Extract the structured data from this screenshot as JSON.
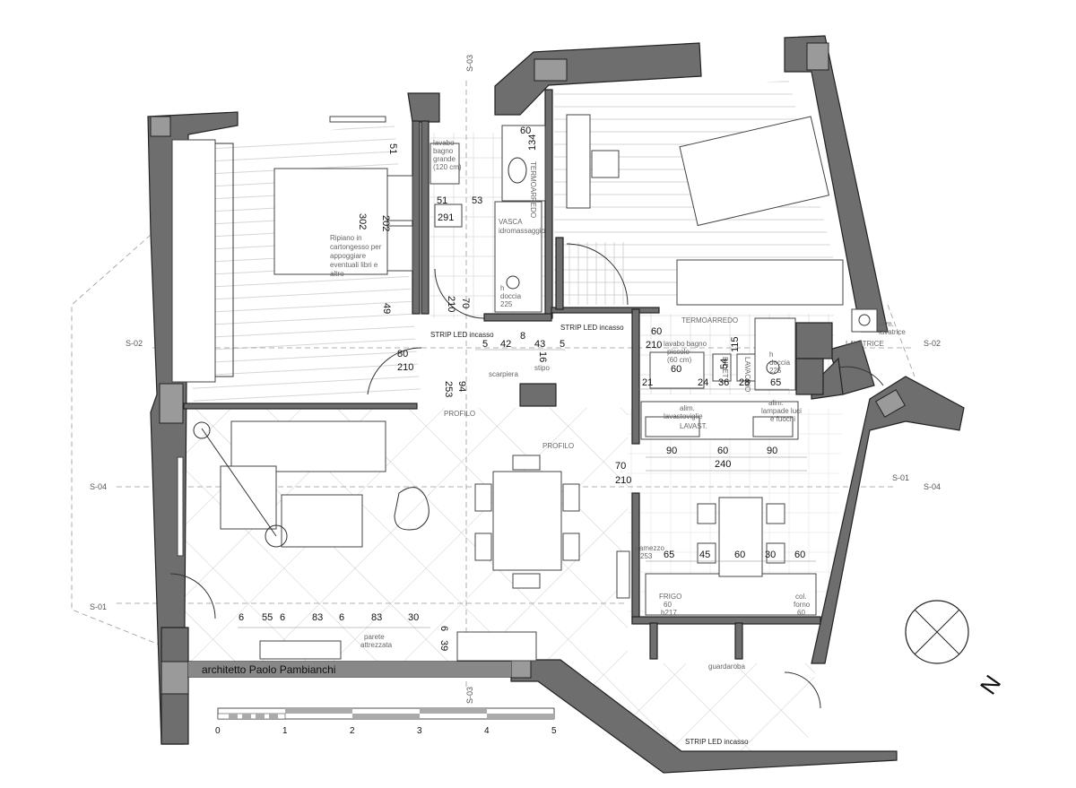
{
  "credit": "architetto Paolo Pambianchi",
  "north_label": "N",
  "section_markers": [
    "S-01",
    "S-02",
    "S-03",
    "S-04"
  ],
  "scale_bar": {
    "ticks": [
      "0",
      "1",
      "2",
      "3",
      "4",
      "5"
    ]
  },
  "room_labels": {
    "ripiano": [
      "Ripiano in",
      "cartongesso per",
      "appoggiare",
      "eventuali libri e",
      "altro"
    ],
    "lavabo_grande": [
      "lavabo",
      "bagno",
      "grande",
      "(120 cm)"
    ],
    "termoarredo": "TERMOARREDO",
    "vasca": [
      "VASCA",
      "idromassaggio"
    ],
    "doccia_left": [
      "h",
      "doccia",
      "225"
    ],
    "strip_led_a": "STRIP LED incasso",
    "strip_led_b": "STRIP LED incasso",
    "strip_led_c": "STRIP LED incasso",
    "scarpiera": "scarpiera",
    "stipo": "stipo",
    "profilo_a": "PROFILO",
    "profilo_b": "PROFILO",
    "termoarredo_b": "TERMOARREDO",
    "lavabo_piccolo": [
      "lavabo bagno",
      "piccolo",
      "(60 cm)"
    ],
    "bidet": "BIDET",
    "lavacino": "LAVACINO",
    "doccia_right": [
      "h",
      "doccia",
      "225"
    ],
    "alim_lavatrice": [
      "alim.",
      "lavatrice"
    ],
    "lavatrice": "LAVATRICE",
    "alim_lavastoviglie": [
      "alim.",
      "lavastoviglie"
    ],
    "lavast": "LAVAST.",
    "alim_fuochi": [
      "alim.",
      "lampade luci",
      "e fuochi"
    ],
    "frigo": [
      "FRIGO",
      "60",
      "h217"
    ],
    "col_forno": [
      "col.",
      "forno",
      "60"
    ],
    "tramezzo": [
      "tramezzo",
      "253"
    ],
    "parete_attrezzata": [
      "parete",
      "attrezzata"
    ],
    "guardaroba": "guardaroba"
  },
  "dimensions": {
    "d51a": "51",
    "d302": "302",
    "d202": "202",
    "d49": "49",
    "d60a": "60",
    "d134": "134",
    "d51b": "51",
    "d53": "53",
    "d291": "291",
    "d70a": "70",
    "d210a": "210",
    "d80": "80",
    "d210b": "210",
    "d5a": "5",
    "d42": "42",
    "d8": "8",
    "d43": "43",
    "d5b": "5",
    "d16": "16",
    "d94": "94",
    "d253": "253",
    "d60b": "60",
    "d210c": "210",
    "d60c": "60",
    "d115": "115",
    "d54": "54",
    "d21": "21",
    "d24": "24",
    "d36": "36",
    "d28": "28",
    "d65a": "65",
    "d90a": "90",
    "d60d": "60",
    "d90b": "90",
    "d240": "240",
    "d70b": "70",
    "d210d": "210",
    "d65b": "65",
    "d45": "45",
    "d60e": "60",
    "d30a": "30",
    "d60f": "60",
    "d6a": "6",
    "d55": "55",
    "d6b": "6",
    "d83a": "83",
    "d6c": "6",
    "d83b": "83",
    "d30b": "30",
    "d6d": "6",
    "d39": "39"
  }
}
